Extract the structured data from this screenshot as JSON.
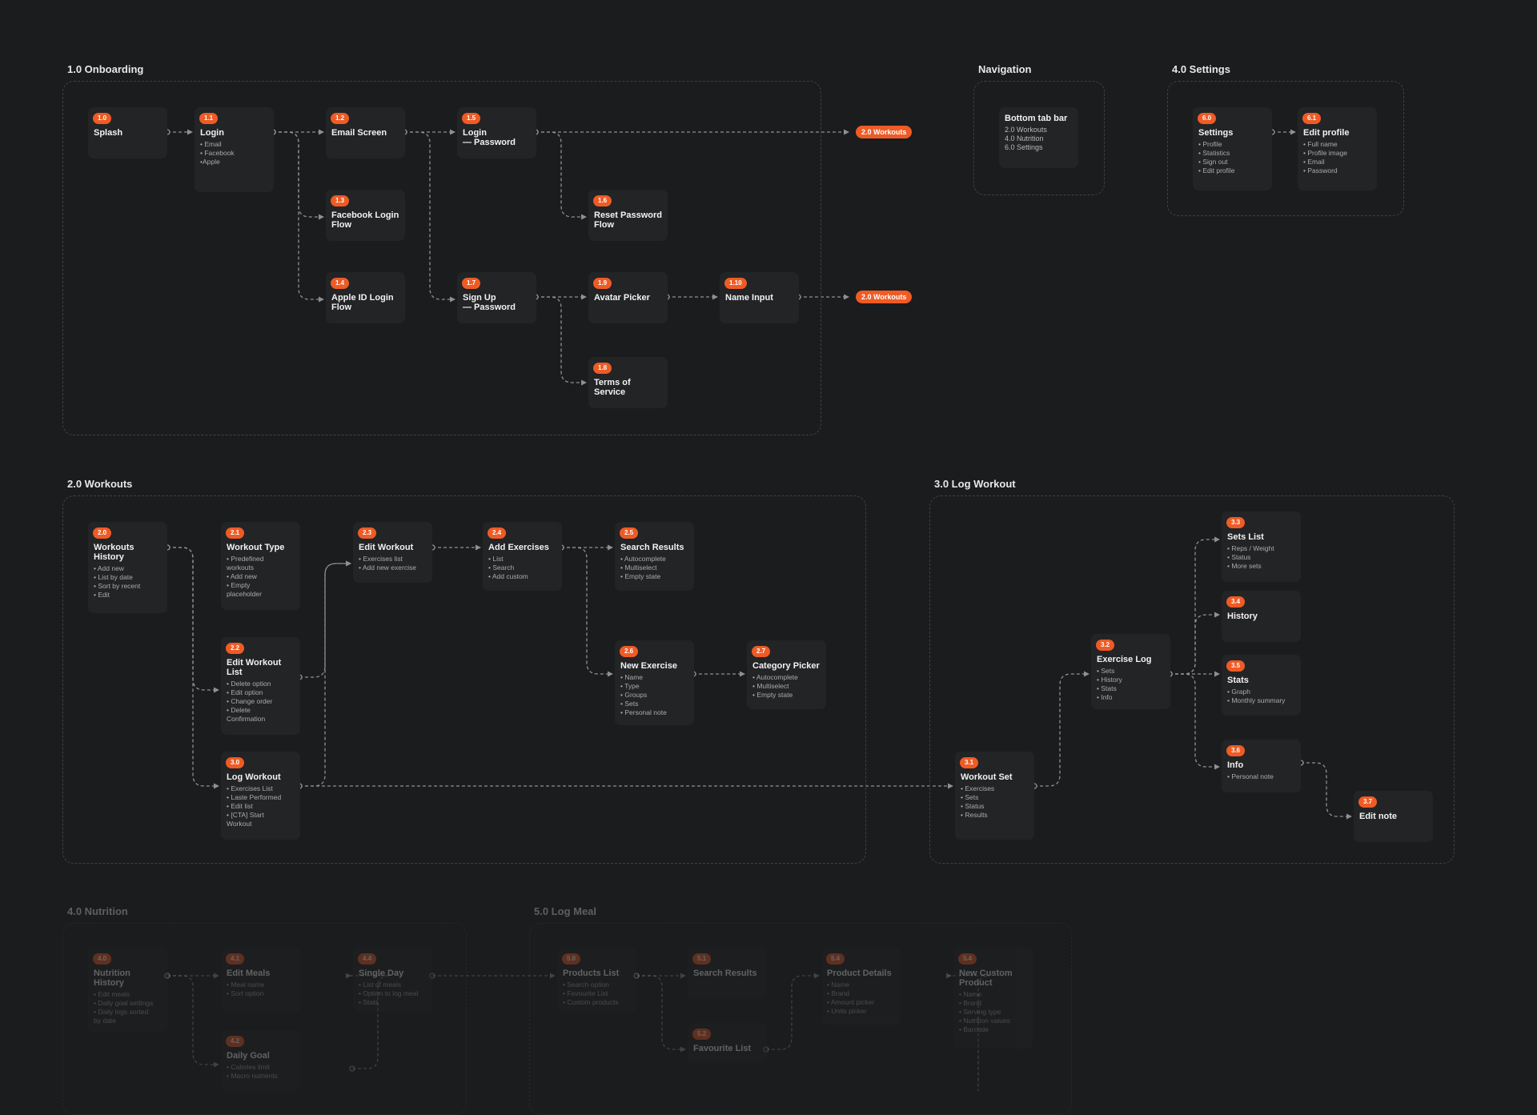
{
  "groups": [
    {
      "id": "onboarding",
      "title": "1.0 Onboarding",
      "faded": false
    },
    {
      "id": "navigation",
      "title": "Navigation",
      "faded": false
    },
    {
      "id": "settings",
      "title": "4.0 Settings",
      "faded": false
    },
    {
      "id": "workouts",
      "title": "2.0 Workouts",
      "faded": false
    },
    {
      "id": "log-workout",
      "title": "3.0 Log Workout",
      "faded": false
    },
    {
      "id": "nutrition",
      "title": "4.0 Nutrition",
      "faded": true
    },
    {
      "id": "log-meal",
      "title": "5.0 Log Meal",
      "faded": true
    }
  ],
  "nodes": [
    {
      "id": "n1_0",
      "badge": "1.0",
      "title": "Splash",
      "items": [],
      "faded": false
    },
    {
      "id": "n1_1",
      "badge": "1.1",
      "title": "Login",
      "items": [
        "• Email",
        "• Facebook",
        "•Apple"
      ],
      "faded": false
    },
    {
      "id": "n1_2",
      "badge": "1.2",
      "title": "Email Screen",
      "items": [],
      "faded": false
    },
    {
      "id": "n1_5",
      "badge": "1.5",
      "title": "Login\n— Password",
      "items": [],
      "faded": false
    },
    {
      "id": "n1_3",
      "badge": "1.3",
      "title": "Facebook Login\nFlow",
      "items": [],
      "faded": false
    },
    {
      "id": "n1_6",
      "badge": "1.6",
      "title": "Reset Password\nFlow",
      "items": [],
      "faded": false
    },
    {
      "id": "n1_4",
      "badge": "1.4",
      "title": "Apple ID Login\nFlow",
      "items": [],
      "faded": false
    },
    {
      "id": "n1_7",
      "badge": "1.7",
      "title": "Sign Up\n— Password",
      "items": [],
      "faded": false
    },
    {
      "id": "n1_9",
      "badge": "1.9",
      "title": "Avatar Picker",
      "items": [],
      "faded": false
    },
    {
      "id": "n1_10",
      "badge": "1.10",
      "title": "Name Input",
      "items": [],
      "faded": false
    },
    {
      "id": "n1_8",
      "badge": "1.8",
      "title": "Terms of Service",
      "items": [],
      "faded": false
    },
    {
      "id": "nav",
      "badge": "",
      "title": "Bottom tab bar",
      "items": [
        "2.0 Workouts",
        "4.0 Nutrition",
        "6.0 Settings"
      ],
      "faded": false
    },
    {
      "id": "n6_0",
      "badge": "6.0",
      "title": "Settings",
      "items": [
        "• Profile",
        "• Statistics",
        "• Sign out",
        "• Edit profile"
      ],
      "faded": false
    },
    {
      "id": "n6_1",
      "badge": "6.1",
      "title": "Edit profile",
      "items": [
        "• Full name",
        "• Profile image",
        "• Email",
        "• Password"
      ],
      "faded": false
    },
    {
      "id": "n2_0",
      "badge": "2.0",
      "title": "Workouts\nHistory",
      "items": [
        "• Add new",
        "• List by date",
        "• Sort by recent",
        "• Edit"
      ],
      "faded": false
    },
    {
      "id": "n2_1",
      "badge": "2.1",
      "title": "Workout Type",
      "items": [
        "• Predefined",
        "  workouts",
        "• Add new",
        "• Empty",
        "  placeholder"
      ],
      "faded": false
    },
    {
      "id": "n2_3",
      "badge": "2.3",
      "title": "Edit Workout",
      "items": [
        "• Exercises list",
        "• Add new exercise"
      ],
      "faded": false
    },
    {
      "id": "n2_4",
      "badge": "2.4",
      "title": "Add Exercises",
      "items": [
        "• List",
        "• Search",
        "• Add custom"
      ],
      "faded": false
    },
    {
      "id": "n2_5",
      "badge": "2.5",
      "title": "Search Results",
      "items": [
        "• Autocomplete",
        "• Multiselect",
        "• Empty state"
      ],
      "faded": false
    },
    {
      "id": "n2_2",
      "badge": "2.2",
      "title": "Edit Workout\nList",
      "items": [
        "• Delete option",
        "• Edit option",
        "• Change order",
        "• Delete",
        "  Confirmation"
      ],
      "faded": false
    },
    {
      "id": "n2_6",
      "badge": "2.6",
      "title": "New Exercise",
      "items": [
        "• Name",
        "• Type",
        "• Groups",
        "• Sets",
        "• Personal note"
      ],
      "faded": false
    },
    {
      "id": "n2_7",
      "badge": "2.7",
      "title": "Category Picker",
      "items": [
        "• Autocomplete",
        "• Multiselect",
        "• Empty state"
      ],
      "faded": false
    },
    {
      "id": "n3_0",
      "badge": "3.0",
      "title": "Log Workout",
      "items": [
        "• Exercises List",
        "• Laste Performed",
        "• Edit list",
        "• [CTA] Start",
        "  Workout"
      ],
      "faded": false
    },
    {
      "id": "n3_1",
      "badge": "3.1",
      "title": "Workout Set",
      "items": [
        "• Exercises",
        "• Sets",
        "• Status",
        "• Results"
      ],
      "faded": false
    },
    {
      "id": "n3_2",
      "badge": "3.2",
      "title": "Exercise Log",
      "items": [
        "• Sets",
        "• History",
        "• Stats",
        "• Info"
      ],
      "faded": false
    },
    {
      "id": "n3_3",
      "badge": "3.3",
      "title": "Sets List",
      "items": [
        "• Reps / Weight",
        "• Status",
        "• More sets"
      ],
      "faded": false
    },
    {
      "id": "n3_4",
      "badge": "3.4",
      "title": "History",
      "items": [],
      "faded": false
    },
    {
      "id": "n3_5",
      "badge": "3.5",
      "title": "Stats",
      "items": [
        "• Graph",
        "• Monthly summary"
      ],
      "faded": false
    },
    {
      "id": "n3_6",
      "badge": "3.6",
      "title": "Info",
      "items": [
        "• Personal note"
      ],
      "faded": false
    },
    {
      "id": "n3_7",
      "badge": "3.7",
      "title": "Edit note",
      "items": [],
      "faded": false
    },
    {
      "id": "n4_0",
      "badge": "4.0",
      "title": "Nutrition\nHistory",
      "items": [
        "• Edit meals",
        "• Daily goal settings",
        "• Daily logs sorted",
        "  by date"
      ],
      "faded": true
    },
    {
      "id": "n4_1",
      "badge": "4.1",
      "title": "Edit Meals",
      "items": [
        "• Meal name",
        "• Sort option"
      ],
      "faded": true
    },
    {
      "id": "n4_4",
      "badge": "4.4",
      "title": "Single Day",
      "items": [
        "• List of meals",
        "• Option to log meal",
        "• Stats"
      ],
      "faded": true
    },
    {
      "id": "n4_2",
      "badge": "4.2",
      "title": "Daily Goal",
      "items": [
        "• Calories limit",
        "• Macro nutrients"
      ],
      "faded": true
    },
    {
      "id": "n5_0",
      "badge": "5.0",
      "title": "Products List",
      "items": [
        "• Search option",
        "• Favourite List",
        "• Custom products"
      ],
      "faded": true
    },
    {
      "id": "n5_1",
      "badge": "5.1",
      "title": "Search Results",
      "items": [],
      "faded": true
    },
    {
      "id": "n5_2",
      "badge": "5.2",
      "title": "Favourite List",
      "items": [],
      "faded": true
    },
    {
      "id": "n5_4a",
      "badge": "5.4",
      "title": "Product Details",
      "items": [
        "• Name",
        "• Brand",
        "• Amount picker",
        "• Units picker"
      ],
      "faded": true
    },
    {
      "id": "n5_4b",
      "badge": "5.4",
      "title": "New Custom\nProduct",
      "items": [
        "• Name",
        "• Brand",
        "• Serving type",
        "• Nutrition values",
        "• Barcode"
      ],
      "faded": true
    }
  ],
  "pills": [
    {
      "id": "pill_a",
      "label": "2.0 Workouts"
    },
    {
      "id": "pill_b",
      "label": "2.0 Workouts"
    }
  ],
  "colors": {
    "background": "#1b1c1e",
    "card": "#232426",
    "accent": "#ef5b25",
    "connector": "#8e9093",
    "group_border": "#3f4144"
  }
}
